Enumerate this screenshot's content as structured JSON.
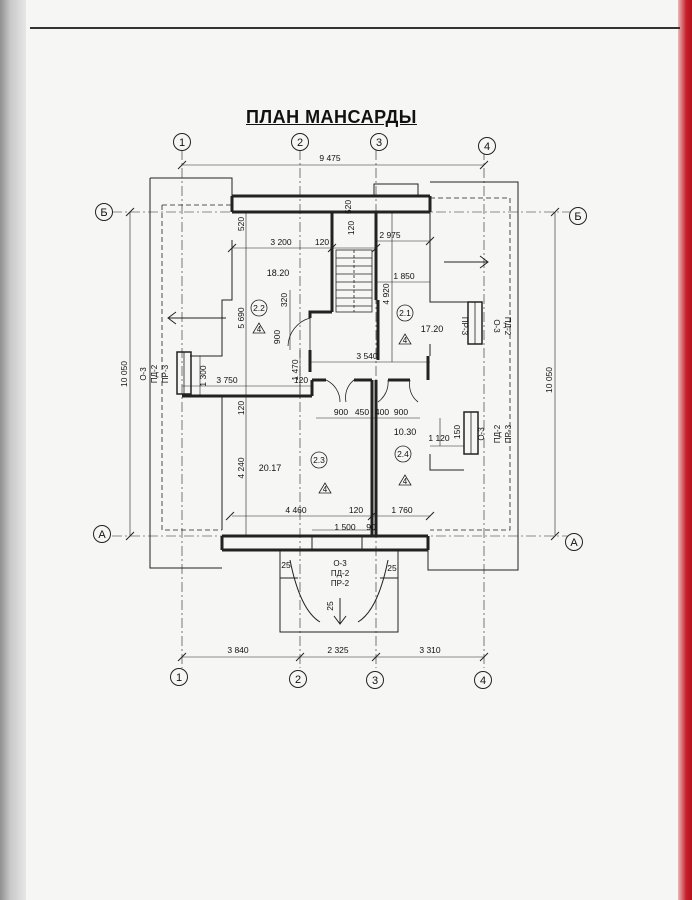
{
  "title": "ПЛАН МАНСАРДЫ",
  "axes": {
    "a1": "1",
    "a2": "2",
    "a3": "3",
    "a4": "4",
    "aB": "Б",
    "aA": "А"
  },
  "dimensions": {
    "top_total": "9 475",
    "bottom_1": "3 840",
    "bottom_2": "2 325",
    "bottom_3": "3 310",
    "left_total": "10 050",
    "right_total": "10 050",
    "d520a": "520",
    "d520b": "520",
    "d3200": "3 200",
    "d120a": "120",
    "d120b": "120",
    "d2975": "2 975",
    "d1850": "1 850",
    "d5690": "5 690",
    "d320": "320",
    "d900v": "900",
    "d4920": "4 920",
    "d1470": "1 470",
    "d3540": "3 540",
    "d1300": "1 300",
    "d3750": "3 750",
    "d120c": "120",
    "d120d": "120",
    "d900a": "900",
    "d450": "450",
    "d400": "400",
    "d900b": "900",
    "d1120": "1 120",
    "d150": "150",
    "d4240": "4 240",
    "d4460": "4 460",
    "d120e": "120",
    "d1760": "1 760",
    "d1500": "1 500",
    "d90": "90",
    "d25a": "25",
    "d25b": "25",
    "d25c": "25"
  },
  "rooms": [
    {
      "id": "2.2",
      "area": "18.20"
    },
    {
      "id": "2.1",
      "area": "17.20"
    },
    {
      "id": "2.3",
      "area": "20.17"
    },
    {
      "id": "2.4",
      "area": "10.30"
    }
  ],
  "room_marker": "4",
  "window_labels": {
    "left_o": "О-3",
    "left_pd": "ПД-2",
    "left_pr": "ПР-3",
    "right_top_pr": "ПР-3",
    "right_top_o": "О-3",
    "right_top_pd": "ПД-2",
    "right_bot_pd": "ПД-2",
    "right_bot_pr": "ПР-3",
    "right_bot_o": "О-3",
    "bottom_o": "О-3",
    "bottom_pd": "ПД-2",
    "bottom_pr": "ПР-2"
  }
}
